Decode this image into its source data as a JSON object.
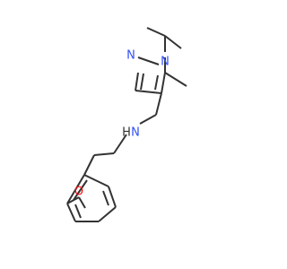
{
  "figure": {
    "colors": {
      "bond": "#333333",
      "carbon": "#333333",
      "nitrogen": "#3050F8",
      "oxygen": "#FF0D0D",
      "background": "#ffffff"
    },
    "atom_labels": {
      "pyrazole_n2": "N",
      "pyrazole_n1": "N",
      "amine_n": "N",
      "amine_h": "H",
      "methoxy_o": "O"
    }
  }
}
